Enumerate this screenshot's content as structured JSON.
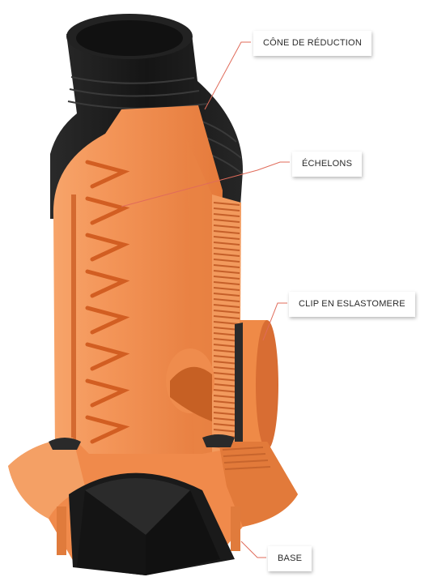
{
  "callouts": {
    "reduction_cone": "CÔNE DE RÉDUCTION",
    "rungs": "ÉCHELONS",
    "elastomer_clip": "CLIP EN ESLASTOMERE",
    "base": "BASE"
  },
  "colors": {
    "body_orange": "#f08a4b",
    "body_light": "#f7a46a",
    "body_dark": "#c9602a",
    "rubber_black": "#1c1c1c",
    "leader_red": "#e06b5a"
  }
}
